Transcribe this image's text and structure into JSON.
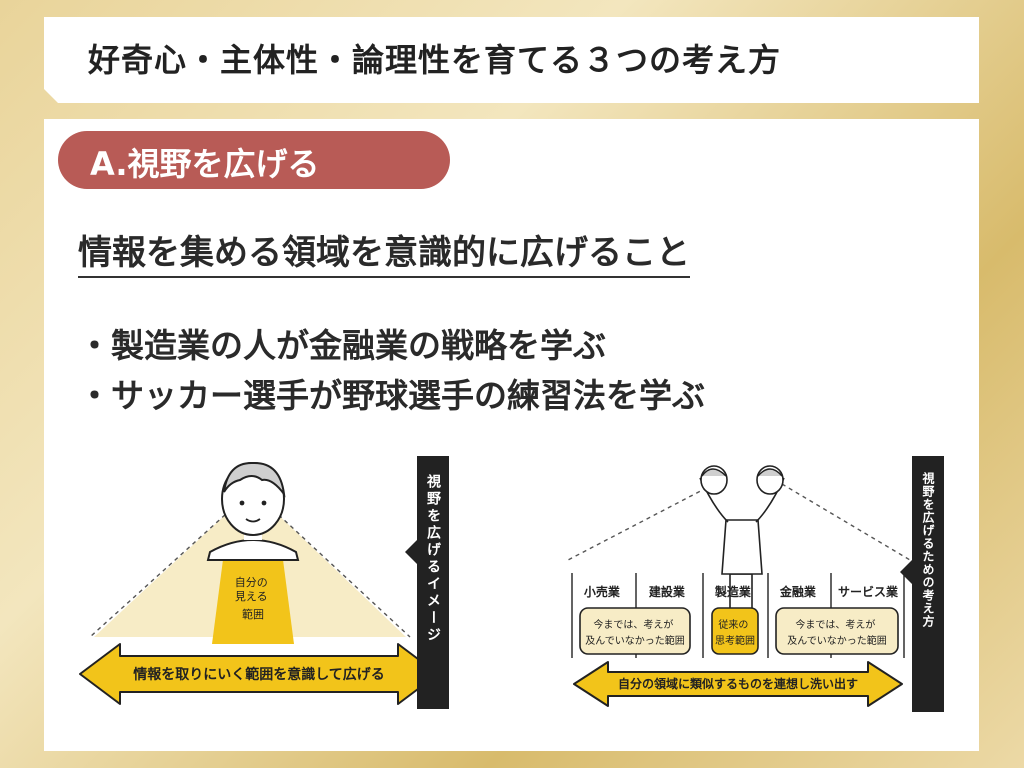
{
  "title": "好奇心・主体性・論理性を育てる３つの考え方",
  "section": {
    "label": "A.視野を広げる"
  },
  "headline": "情報を集める領域を意識的に広げること",
  "bullets": [
    "・製造業の人が金融業の戦略を学ぶ",
    "・サッカー選手が野球選手の練習法を学ぶ"
  ],
  "figure_left": {
    "scope_label": [
      "自分の",
      "見える",
      "範囲"
    ],
    "arrow_text": "情報を取りにいく範囲を意識して広げる",
    "side_banner": "視野を広げるイメージ"
  },
  "figure_right": {
    "industries": [
      "小売業",
      "建設業",
      "製造業",
      "金融業",
      "サービス業"
    ],
    "box_left": [
      "今までは、考えが",
      "及んでいなかった範囲"
    ],
    "box_center": [
      "従来の",
      "思考範囲"
    ],
    "box_right": [
      "今までは、考えが",
      "及んでいなかった範囲"
    ],
    "arrow_text": "自分の領域に類似するものを連想し洗い出す",
    "side_banner": "視野を広げるための考え方"
  },
  "colors": {
    "accent_red": "#b85b56",
    "yellow": "#f2c41a",
    "cream": "#f7ecc6",
    "dark": "#222222"
  }
}
